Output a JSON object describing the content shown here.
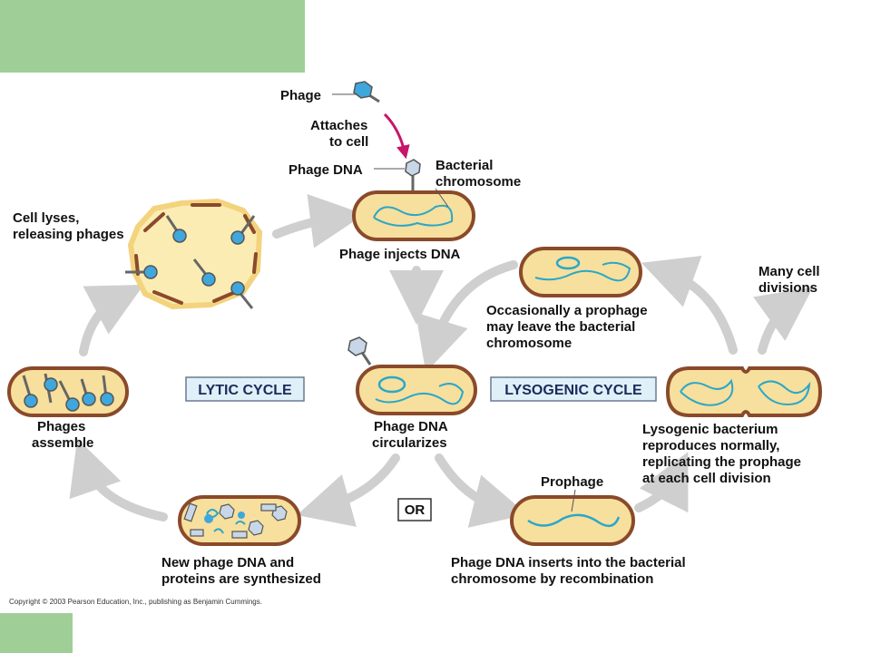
{
  "colors": {
    "accent_block": "#9fcf97",
    "cell_fill": "#f7df9d",
    "cell_wall": "#8a4a2a",
    "dna": "#2aa7c9",
    "phage_blue": "#3fa7dc",
    "arrow_gray": "#cfcfcf",
    "magenta_arrow": "#c8156a",
    "cycle_box": "#dff0f8"
  },
  "labels": {
    "phage": "Phage",
    "attaches_1": "Attaches",
    "attaches_2": "to cell",
    "phage_dna": "Phage DNA",
    "bact_chrom_1": "Bacterial",
    "bact_chrom_2": "chromosome",
    "phage_injects": "Phage injects DNA",
    "cell_lyses_1": "Cell lyses,",
    "cell_lyses_2": "releasing phages",
    "phages_assemble_1": "Phages",
    "phages_assemble_2": "assemble",
    "lytic_cycle": "LYTIC CYCLE",
    "lysogenic_cycle": "LYSOGENIC CYCLE",
    "circularizes_1": "Phage DNA",
    "circularizes_2": "circularizes",
    "new_dna_1": "New phage DNA and",
    "new_dna_2": "proteins are synthesized",
    "or": "OR",
    "prophage": "Prophage",
    "inserts_1": "Phage DNA inserts into the bacterial",
    "inserts_2": "chromosome by recombination",
    "occasionally_1": "Occasionally a  prophage",
    "occasionally_2": "may leave the bacterial",
    "occasionally_3": "chromosome",
    "many_divisions_1": "Many cell",
    "many_divisions_2": "divisions",
    "lysogenic_bact_1": "Lysogenic bacterium",
    "lysogenic_bact_2": "reproduces normally,",
    "lysogenic_bact_3": "replicating the prophage",
    "lysogenic_bact_4": "at each cell division",
    "copyright": "Copyright © 2003 Pearson Education, Inc., publishing as Benjamin Cummings."
  }
}
